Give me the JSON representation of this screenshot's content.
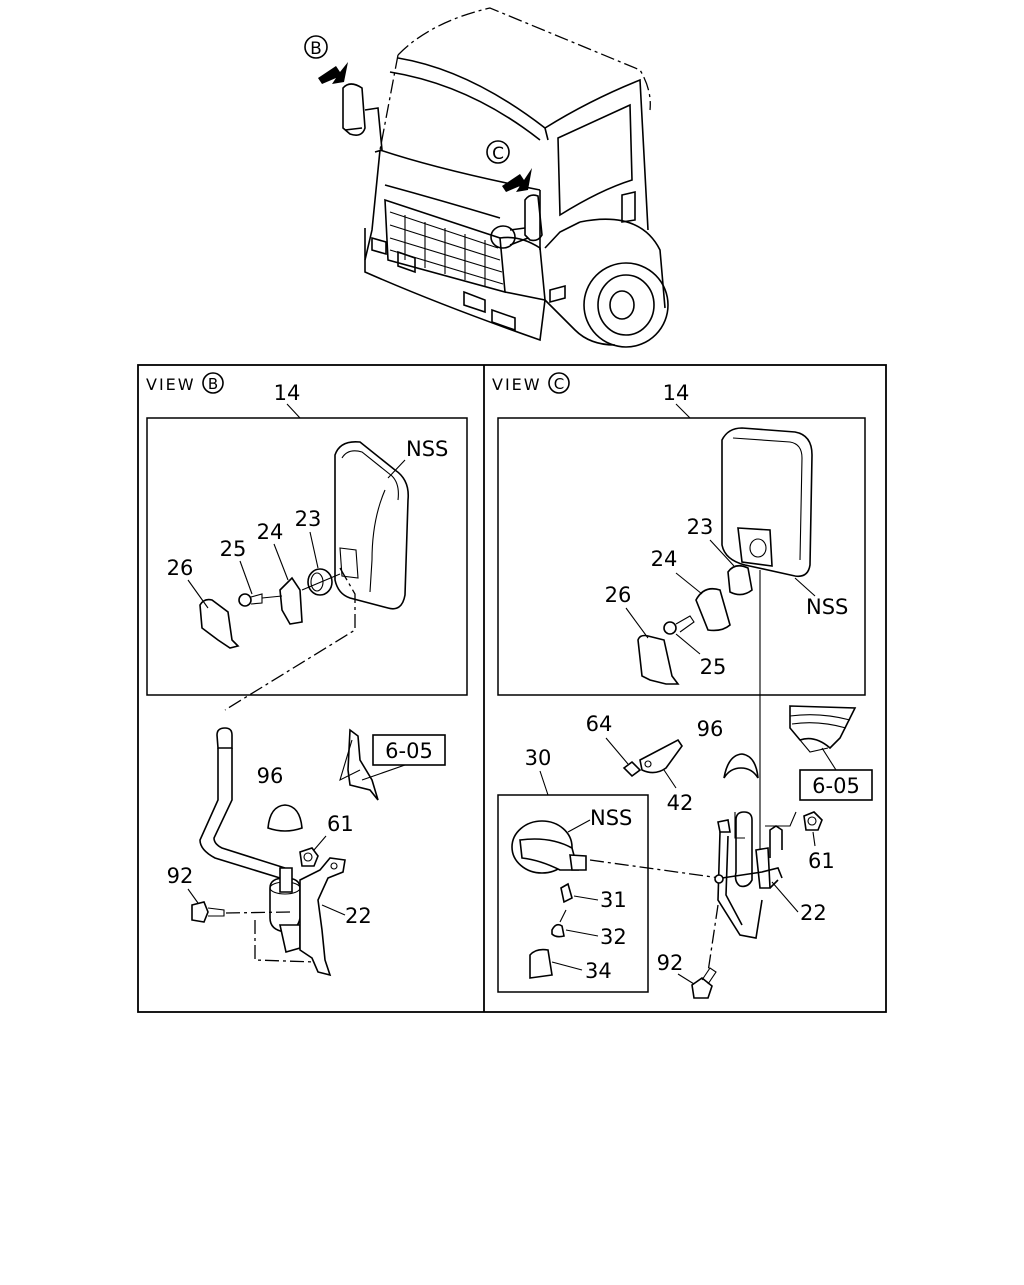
{
  "callouts": {
    "view_b": "B",
    "view_c": "C"
  },
  "view_b": {
    "heading_text": "VIEW",
    "heading_circle": "B",
    "labels": {
      "p14": "14",
      "nss": "NSS",
      "p23": "23",
      "p24": "24",
      "p25": "25",
      "p26": "26",
      "ref": "6-05",
      "p96": "96",
      "p61": "61",
      "p92": "92",
      "p22": "22"
    }
  },
  "view_c": {
    "heading_text": "VIEW",
    "heading_circle": "C",
    "labels": {
      "p14": "14",
      "p23": "23",
      "p24": "24",
      "nss": "NSS",
      "p26": "26",
      "p25": "25",
      "p64": "64",
      "p96": "96",
      "p30": "30",
      "p42": "42",
      "ref": "6-05",
      "nss2": "NSS",
      "p61": "61",
      "p31": "31",
      "p22": "22",
      "p32": "32",
      "p92": "92",
      "p34": "34"
    }
  }
}
